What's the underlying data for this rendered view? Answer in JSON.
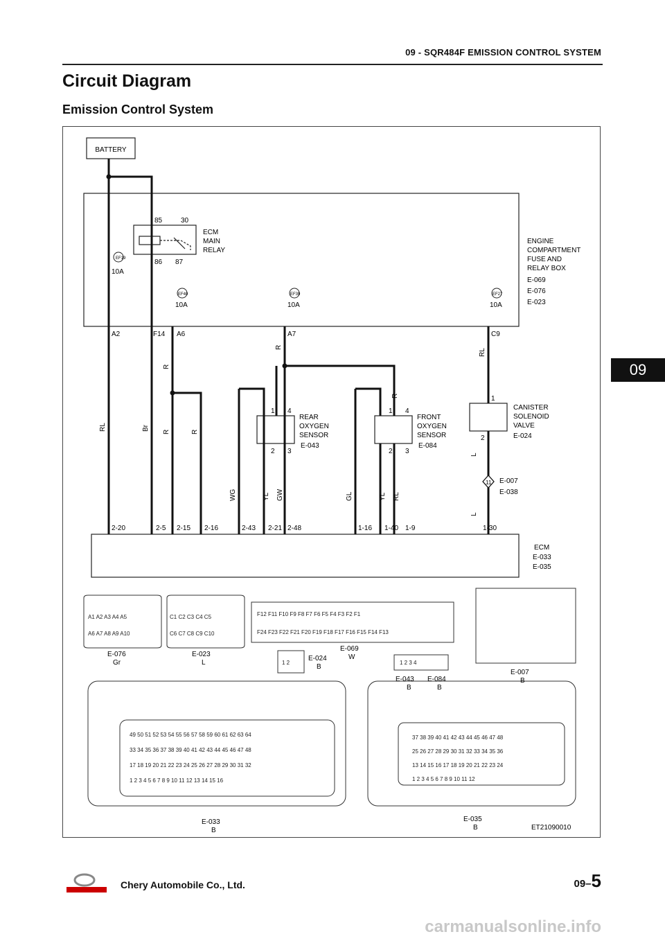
{
  "header": {
    "title": "09 - SQR484F EMISSION CONTROL SYSTEM"
  },
  "page_title": "Circuit Diagram",
  "section_title": "Emission Control System",
  "side_tab": "09",
  "diagram": {
    "battery": "BATTERY",
    "fuse_box": {
      "label_lines": [
        "ENGINE",
        "COMPARTMENT",
        "FUSE AND",
        "RELAY BOX"
      ],
      "connectors": [
        "E-069",
        "E-076",
        "E-023"
      ]
    },
    "relay": {
      "label_lines": [
        "ECM",
        "MAIN",
        "RELAY"
      ],
      "pins": [
        "85",
        "30",
        "86",
        "87"
      ]
    },
    "fuses": [
      {
        "id": "EF19",
        "rating": "10A"
      },
      {
        "id": "EF40",
        "rating": "10A"
      },
      {
        "id": "EF39",
        "rating": "10A"
      },
      {
        "id": "EF27",
        "rating": "10A"
      }
    ],
    "fuse_box_pins": [
      "A2",
      "F14",
      "A6",
      "A7",
      "C9"
    ],
    "wire_colors": [
      "RL",
      "Br",
      "R",
      "R",
      "R",
      "R",
      "R",
      "WG",
      "YL",
      "GW",
      "GL",
      "YL",
      "RL",
      "RL",
      "L",
      "L"
    ],
    "rear_sensor": {
      "label_lines": [
        "REAR",
        "OXYGEN",
        "SENSOR"
      ],
      "connector": "E-043",
      "pins": [
        "1",
        "4",
        "2",
        "3"
      ]
    },
    "front_sensor": {
      "label_lines": [
        "FRONT",
        "OXYGEN",
        "SENSOR"
      ],
      "connector": "E-084",
      "pins": [
        "1",
        "4",
        "2",
        "3"
      ]
    },
    "canister": {
      "label_lines": [
        "CANISTER",
        "SOLENOID",
        "VALVE"
      ],
      "connector": "E-024",
      "pins": [
        "1",
        "2"
      ]
    },
    "splice": {
      "id": "11",
      "connectors": [
        "E-007",
        "E-038"
      ]
    },
    "ecm_pins": [
      "2-20",
      "2-5",
      "2-15",
      "2-16",
      "2-43",
      "2-21",
      "2-48",
      "1-16",
      "1-40",
      "1-9",
      "1-30"
    ],
    "ecm": {
      "label": "ECM",
      "connectors": [
        "E-033",
        "E-035"
      ]
    },
    "conn_views": [
      {
        "id": "E-076",
        "color": "Gr"
      },
      {
        "id": "E-023",
        "color": "L"
      },
      {
        "id": "E-024",
        "color": "B"
      },
      {
        "id": "E-069",
        "color": "W"
      },
      {
        "id": "E-043",
        "color": "B"
      },
      {
        "id": "E-084",
        "color": "B"
      },
      {
        "id": "E-007",
        "color": "B"
      },
      {
        "id": "E-033",
        "color": "B"
      },
      {
        "id": "E-035",
        "color": "B"
      }
    ],
    "figure_code": "ET21090010"
  },
  "footer": {
    "brand": "Chery Automobile Co., Ltd.",
    "page_prefix": "09–",
    "page_num": "5",
    "watermark": "carmanualsonline.info"
  }
}
